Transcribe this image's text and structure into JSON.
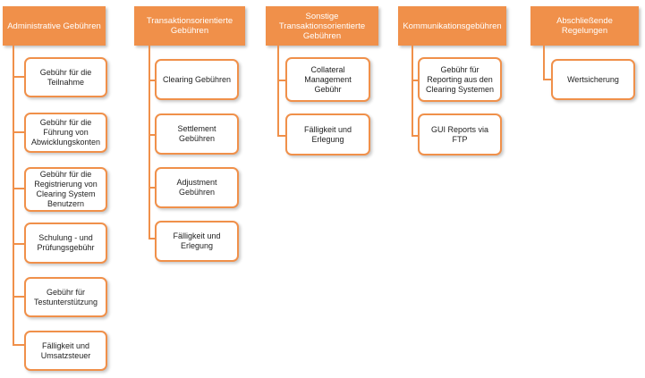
{
  "columns": [
    {
      "title": "Administrative Gebühren",
      "items": [
        "Gebühr für die Teilnahme",
        "Gebühr für die Führung von Abwicklungskonten",
        "Gebühr für die Registrierung von Clearing System Benutzern",
        "Schulung - und Prüfungsgebühr",
        "Gebühr für Testunterstützung",
        "Fälligkeit und Umsatzsteuer"
      ]
    },
    {
      "title": "Transaktionsorientierte Gebühren",
      "items": [
        "Clearing Gebühren",
        "Settlement Gebühren",
        "Adjustment Gebühren",
        "Fälligkeit und Erlegung"
      ]
    },
    {
      "title": "Sonstige Transaktionsorientierte Gebühren",
      "items": [
        "Collateral Management Gebühr",
        "Fälligkeit und Erlegung"
      ]
    },
    {
      "title": "Kommunikationsgebühren",
      "items": [
        "Gebühr für Reporting aus den Clearing Systemen",
        "GUI Reports via FTP"
      ]
    },
    {
      "title": "Abschließende Regelungen",
      "items": [
        "Wertsicherung"
      ]
    }
  ],
  "colors": {
    "accent": "#f0904a",
    "header_text": "#ffffff",
    "child_text": "#222222"
  }
}
